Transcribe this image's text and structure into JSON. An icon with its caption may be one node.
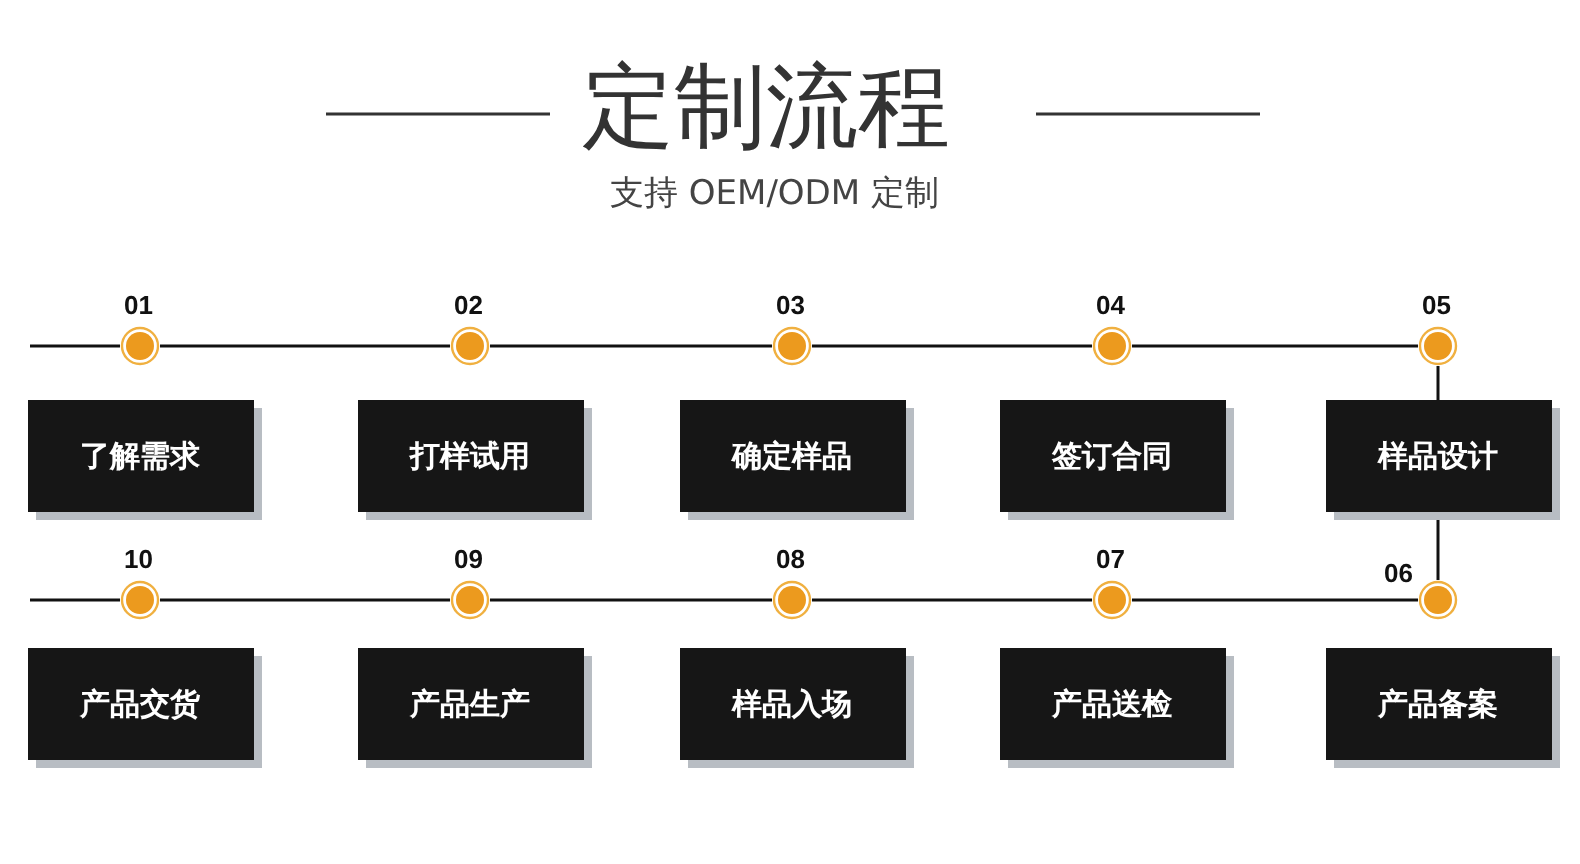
{
  "diagram": {
    "title": "定制流程",
    "nodes": [
      {
        "text": [],
        "shape": "circle",
        "beside": [
          "01"
        ]
      },
      {
        "text": [],
        "shape": "circle",
        "beside": [
          "02"
        ]
      },
      {
        "text": [],
        "shape": "circle",
        "beside": [
          "03"
        ]
      },
      {
        "text": [],
        "shape": "circle",
        "beside": [
          "04"
        ]
      },
      {
        "text": [],
        "shape": "circle",
        "beside": [
          "05"
        ]
      },
      {
        "text": [],
        "shape": "circle",
        "beside": [
          "06"
        ]
      },
      {
        "text": [],
        "shape": "circle",
        "beside": [
          "07"
        ]
      },
      {
        "text": [],
        "shape": "circle",
        "beside": [
          "08"
        ]
      },
      {
        "text": [],
        "shape": "circle",
        "beside": [
          "09"
        ]
      },
      {
        "text": [],
        "shape": "circle",
        "beside": [
          "10"
        ]
      },
      {
        "text": [
          "了解需求"
        ]
      },
      {
        "text": [
          "打样试用"
        ]
      },
      {
        "text": [
          "确定样品"
        ]
      },
      {
        "text": [
          "签订合同"
        ]
      },
      {
        "text": [
          "样品设计"
        ]
      },
      {
        "text": [
          "产品备案"
        ]
      },
      {
        "text": [
          "产品送检"
        ]
      },
      {
        "text": [
          "样品入场"
        ]
      },
      {
        "text": [
          "产品生产"
        ]
      },
      {
        "text": [
          "产品交货"
        ]
      }
    ],
    "edges": [
      {
        "from": null,
        "to": 0,
        "arrow": "none"
      },
      {
        "from": 0,
        "to": 1,
        "arrow": "none"
      },
      {
        "from": 1,
        "to": 2,
        "arrow": "none"
      },
      {
        "from": 2,
        "to": 3,
        "arrow": "none"
      },
      {
        "from": 3,
        "to": 4,
        "arrow": "none"
      },
      {
        "from": 4,
        "to": 14,
        "arrow": "none"
      },
      {
        "from": 14,
        "to": 5,
        "arrow": "none"
      },
      {
        "from": 5,
        "to": 6,
        "arrow": "none"
      },
      {
        "from": 6,
        "to": 7,
        "arrow": "none"
      },
      {
        "from": 7,
        "to": 8,
        "arrow": "none"
      },
      {
        "from": 8,
        "to": 9,
        "arrow": "none"
      },
      {
        "from": 9,
        "to": null,
        "arrow": "none"
      }
    ],
    "labels": [
      "支持 OEM/ODM 定制"
    ]
  }
}
